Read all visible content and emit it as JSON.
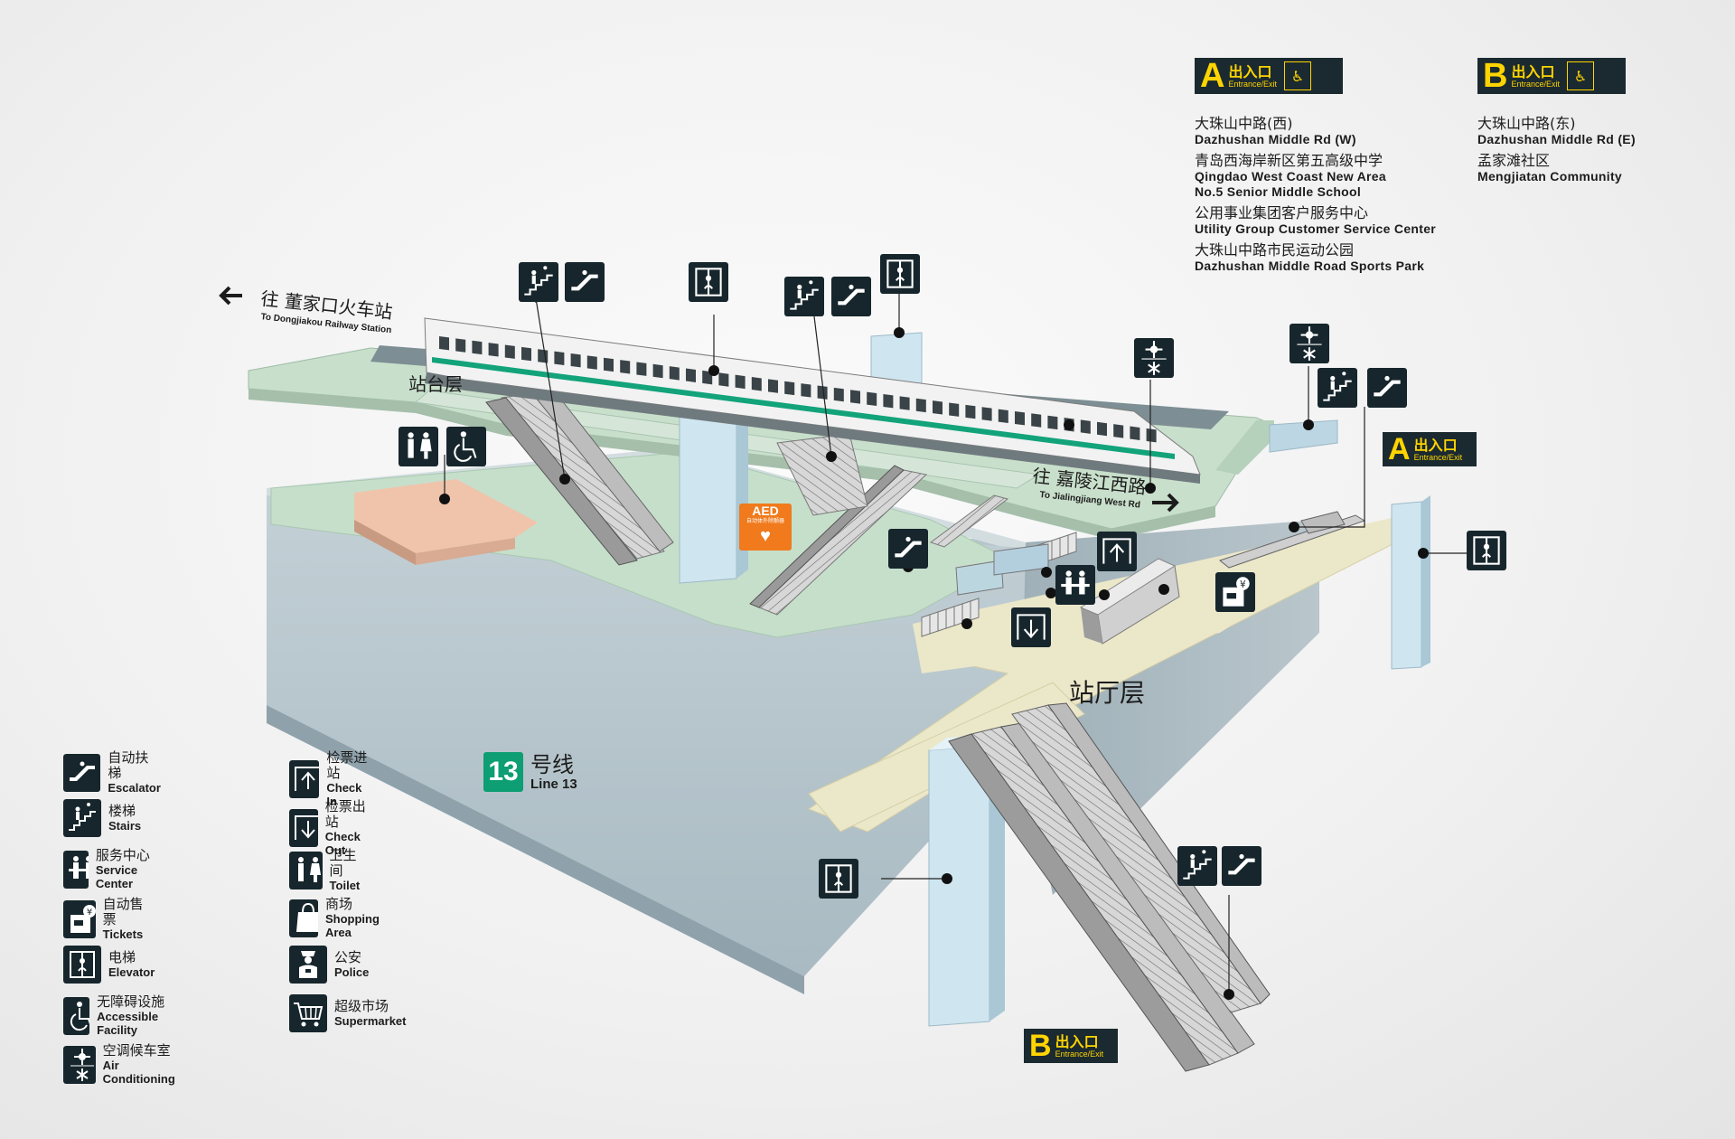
{
  "map": {
    "platform_label": "站台层",
    "concourse_label": "站厅层",
    "direction_left": {
      "cn": "往 董家口火车站",
      "en": "To Dongjiakou Railway Station"
    },
    "direction_right": {
      "cn": "往 嘉陵江西路",
      "en": "To Jialingjiang West Rd"
    },
    "aed": {
      "title": "AED",
      "sub": "自动体外除颤器"
    },
    "line": {
      "number": "13",
      "cn": "号线",
      "en": "Line 13"
    },
    "colors": {
      "icon_bg": "#16262c",
      "exit_text": "#ffd400",
      "line13": "#0e9e73",
      "platform": "#c8dfcb",
      "concourse": "#ece8c9",
      "pillar": "#cfe6f1"
    }
  },
  "exits": {
    "a": {
      "letter": "A",
      "cn": "出入口",
      "en": "Entrance/Exit",
      "destinations": [
        {
          "cn": "大珠山中路(西)",
          "en": "Dazhushan Middle Rd (W)"
        },
        {
          "cn": "青岛西海岸新区第五高级中学",
          "en": "Qingdao West Coast New Area No.5 Senior Middle School"
        },
        {
          "cn": "公用事业集团客户服务中心",
          "en": "Utility Group Customer Service Center"
        },
        {
          "cn": "大珠山中路市民运动公园",
          "en": "Dazhushan Middle Road Sports Park"
        }
      ]
    },
    "b": {
      "letter": "B",
      "cn": "出入口",
      "en": "Entrance/Exit",
      "destinations": [
        {
          "cn": "大珠山中路(东)",
          "en": "Dazhushan Middle Rd (E)"
        },
        {
          "cn": "孟家滩社区",
          "en": "Mengjiatan Community"
        }
      ]
    }
  },
  "legend": [
    {
      "icon": "escalator-icon",
      "cn": "自动扶梯",
      "en": "Escalator"
    },
    {
      "icon": "stairs-icon",
      "cn": "楼梯",
      "en": "Stairs"
    },
    {
      "icon": "service-center-icon",
      "cn": "服务中心",
      "en": "Service Center"
    },
    {
      "icon": "ticket-machine-icon",
      "cn": "自动售票",
      "en": "Tickets"
    },
    {
      "icon": "elevator-icon",
      "cn": "电梯",
      "en": "Elevator"
    },
    {
      "icon": "accessible-icon",
      "cn": "无障碍设施",
      "en": "Accessible Facility"
    },
    {
      "icon": "air-conditioning-icon",
      "cn": "空调候车室",
      "en": "Air Conditioning"
    },
    {
      "icon": "check-in-icon",
      "cn": "检票进站",
      "en": "Check In"
    },
    {
      "icon": "check-out-icon",
      "cn": "检票出站",
      "en": "Check Out"
    },
    {
      "icon": "toilet-icon",
      "cn": "卫生间",
      "en": "Toilet"
    },
    {
      "icon": "shopping-icon",
      "cn": "商场",
      "en": "Shopping Area"
    },
    {
      "icon": "police-icon",
      "cn": "公安",
      "en": "Police"
    },
    {
      "icon": "supermarket-icon",
      "cn": "超级市场",
      "en": "Supermarket"
    }
  ]
}
